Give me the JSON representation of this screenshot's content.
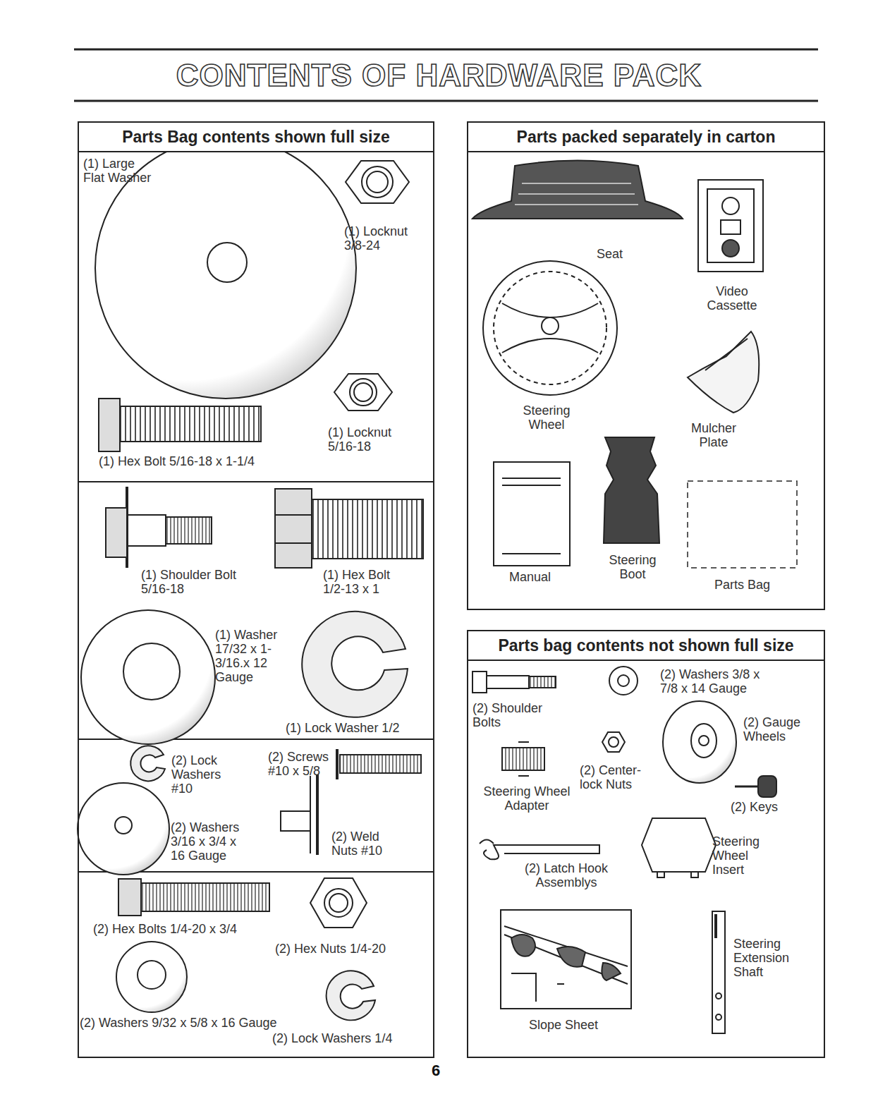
{
  "diagram": {
    "title": "CONTENTS OF HARDWARE PACK",
    "nodes": [
      {
        "text": [
          "Parts Bag contents shown full size"
        ]
      },
      {
        "text": [
          "Parts packed separately in carton"
        ]
      },
      {
        "text": [
          "Parts bag contents not shown full size"
        ]
      }
    ],
    "labels": [
      "(1) Large Flat Washer",
      "(1) Locknut 3/8-24",
      "(1) Locknut 5/16-18",
      "(1) Hex Bolt 5/16-18 x 1-1/4",
      "(1) Shoulder Bolt 5/16-18",
      "(1) Hex Bolt 1/2-13 x 1",
      "(1) Washer 17/32 x 1-3/16.x 12 Gauge",
      "(1) Lock Washer 1/2",
      "(2) Lock Washers #10",
      "(2) Screws #10 x 5/8",
      "(2) Washers 3/16 x 3/4 x 16 Gauge",
      "(2) Weld Nuts #10",
      "(2) Hex Bolts 1/4-20 x 3/4",
      "(2) Hex Nuts 1/4-20",
      "(2) Washers 9/32 x 5/8 x 16 Gauge",
      "(2) Lock Washers 1/4",
      "Seat",
      "Video Cassette",
      "Steering Wheel",
      "Mulcher Plate",
      "Manual",
      "Steering Boot",
      "Parts Bag",
      "(2) Shoulder Bolts",
      "(2) Washers 3/8 x 7/8 x 14 Gauge",
      "(2) Gauge Wheels",
      "Steering Wheel Adapter",
      "(2) Center-lock Nuts",
      "(2) Keys",
      "(2) Latch Hook Assemblys",
      "Steering Wheel Insert",
      "Slope Sheet",
      "Steering Extension Shaft",
      "6"
    ]
  }
}
